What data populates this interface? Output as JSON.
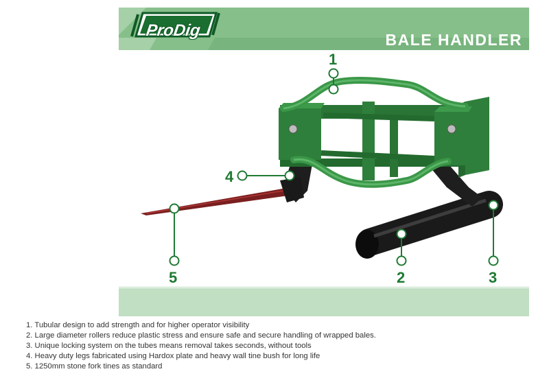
{
  "header": {
    "logo_text": "ProDig",
    "title": "BALE HANDLER",
    "colors": {
      "banner": "#86bf8a",
      "logo_dark": "#0f5a25",
      "accent_green": "#1f7a33",
      "footer_band": "#c1dfc3"
    }
  },
  "callouts": {
    "c1": "1",
    "c2": "2",
    "c3": "3",
    "c4": "4",
    "c5": "5"
  },
  "features": [
    "1. Tubular design to add strength and for higher operator visibility",
    "2. Large diameter rollers reduce plastic stress and ensure safe and secure handling of wrapped bales.",
    "3. Unique locking system on the tubes means removal takes seconds, without tools",
    "4. Heavy duty legs fabricated using Hardox plate and heavy wall tine bush for long life",
    "5. 1250mm stone fork tines as standard"
  ]
}
